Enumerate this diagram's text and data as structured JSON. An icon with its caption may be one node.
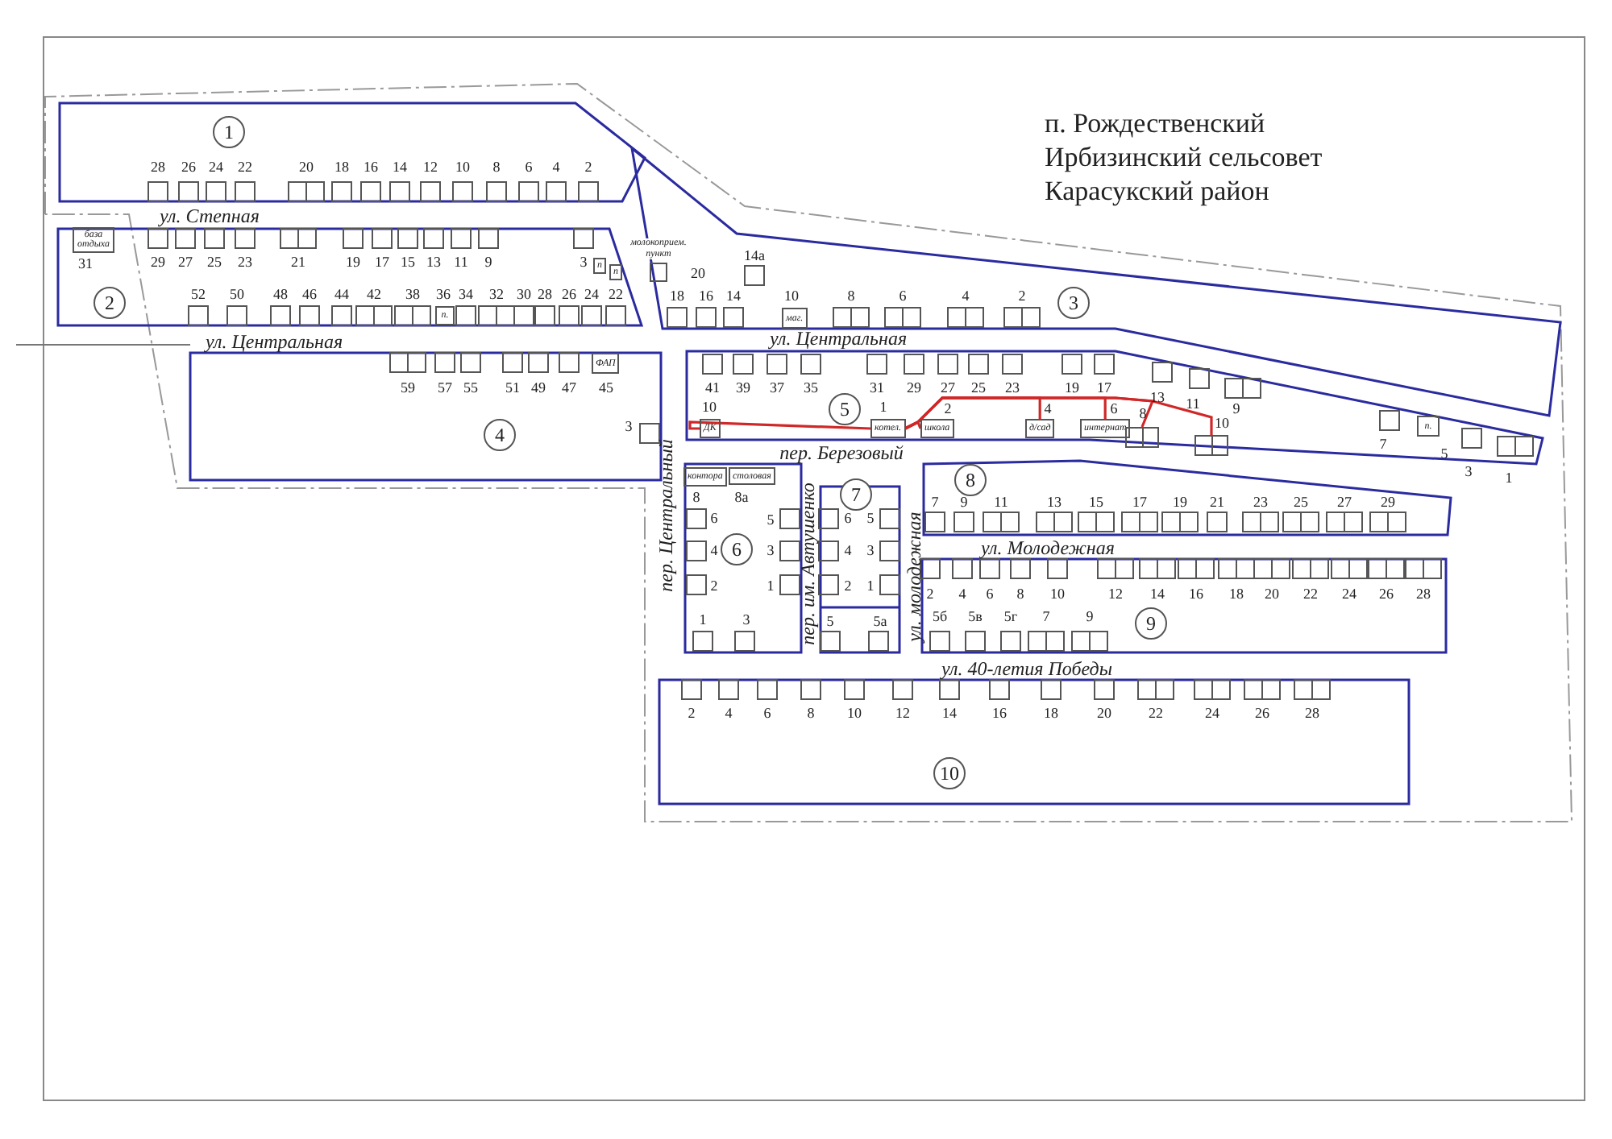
{
  "diagram": {
    "title": "п. Рождественский Ирбизинский сельсовет Карасукский район",
    "nodes": [
      {
        "text": [
          "1"
        ]
      },
      {
        "text": [
          "база отдыха"
        ],
        "beside": [
          "31"
        ]
      },
      {
        "text": [
          "п"
        ]
      },
      {
        "text": [
          "п"
        ]
      },
      {
        "text": [
          "2"
        ]
      },
      {
        "text": [
          "п."
        ],
        "beside": [
          "36"
        ]
      },
      {
        "text": [
          "молокоприем. пункт"
        ],
        "beside": [
          "20"
        ]
      },
      {
        "text": [
          "маг."
        ],
        "beside": [
          "10"
        ]
      },
      {
        "text": [
          "3"
        ]
      },
      {
        "text": [
          "ФАП"
        ],
        "beside": [
          "45"
        ]
      },
      {
        "text": [
          "4"
        ]
      },
      {
        "text": [
          "ДК"
        ],
        "beside": [
          "10"
        ]
      },
      {
        "text": [
          "5"
        ]
      },
      {
        "text": [
          "котел."
        ],
        "beside": [
          "1"
        ]
      },
      {
        "text": [
          "школа"
        ],
        "beside": [
          "2"
        ]
      },
      {
        "text": [
          "д/сад"
        ],
        "beside": [
          "4"
        ]
      },
      {
        "text": [
          "интернат"
        ],
        "beside": [
          "6"
        ]
      },
      {
        "text": [],
        "shape": "box",
        "beside": [
          "8"
        ]
      },
      {
        "text": [],
        "shape": "box",
        "beside": [
          "10"
        ]
      },
      {
        "text": [
          "п."
        ],
        "beside": [
          "5"
        ]
      },
      {
        "text": [
          "контора"
        ],
        "beside": [
          "8"
        ]
      },
      {
        "text": [
          "столовая"
        ],
        "beside": [
          "8а"
        ]
      },
      {
        "text": [
          "6"
        ]
      },
      {
        "text": [
          "7"
        ]
      },
      {
        "text": [
          "8"
        ]
      },
      {
        "text": [
          "9"
        ]
      },
      {
        "text": [
          "10"
        ]
      }
    ],
    "edges": [
      {
        "from": 13,
        "to": 11,
        "arrow": "none"
      },
      {
        "from": 13,
        "to": 14,
        "arrow": "none"
      },
      {
        "from": 13,
        "to": 15,
        "arrow": "none"
      },
      {
        "from": 13,
        "to": 16,
        "arrow": "none"
      },
      {
        "from": 13,
        "to": 17,
        "arrow": "none"
      },
      {
        "from": 13,
        "to": 18,
        "arrow": "none"
      }
    ],
    "labels": [
      "28",
      "26",
      "24",
      "22",
      "20",
      "18",
      "16",
      "14",
      "12",
      "10",
      "8",
      "6",
      "4",
      "2",
      "ул. Степная",
      "29",
      "27",
      "25",
      "23",
      "21",
      "19",
      "17",
      "15",
      "13",
      "11",
      "9",
      "3",
      "52",
      "50",
      "48",
      "46",
      "44",
      "42",
      "38",
      "34",
      "32",
      "30",
      "28",
      "26",
      "24",
      "22",
      "14а",
      "18",
      "16",
      "14",
      "8",
      "6",
      "4",
      "2",
      "ул. Центральная",
      "ул. Центральная",
      "59",
      "57",
      "55",
      "51",
      "49",
      "47",
      "3",
      "41",
      "39",
      "37",
      "35",
      "31",
      "29",
      "27",
      "25",
      "23",
      "19",
      "17",
      "13",
      "11",
      "9",
      "7",
      "3",
      "1",
      "пер. Березовый",
      "пер. Центральный",
      "6",
      "4",
      "2",
      "5",
      "3",
      "1",
      "1",
      "3",
      "пер. им. Автушенко",
      "6",
      "4",
      "2",
      "5",
      "3",
      "1",
      "5",
      "5а",
      "ул. молодежная",
      "7",
      "9",
      "11",
      "13",
      "15",
      "17",
      "19",
      "21",
      "23",
      "25",
      "27",
      "29",
      "ул. Молодежная",
      "2",
      "4",
      "6",
      "8",
      "10",
      "12",
      "14",
      "16",
      "18",
      "20",
      "22",
      "24",
      "26",
      "28",
      "5б",
      "5в",
      "5г",
      "7",
      "9",
      "ул. 40-летия Победы",
      "2",
      "4",
      "6",
      "8",
      "10",
      "12",
      "14",
      "16",
      "18",
      "20",
      "22",
      "24",
      "26",
      "28"
    ]
  }
}
